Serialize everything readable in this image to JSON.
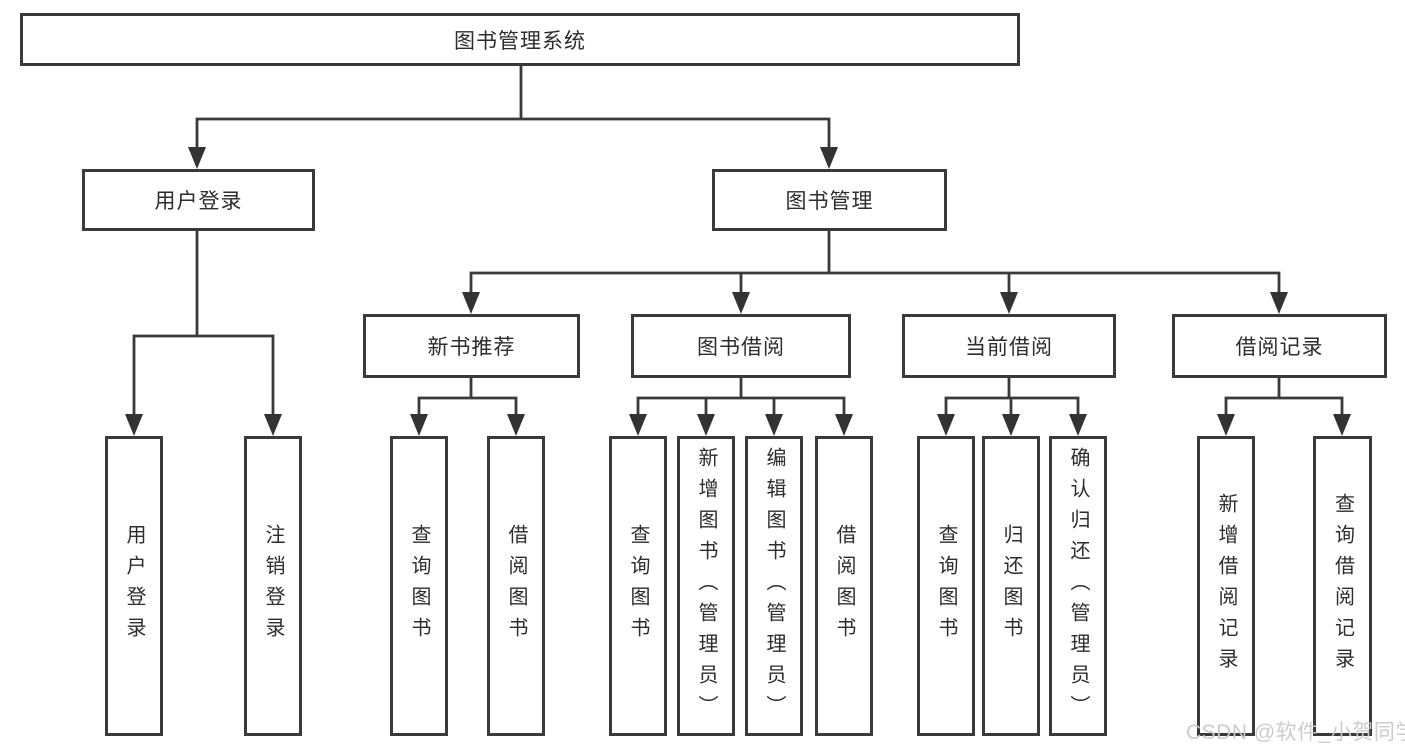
{
  "diagram": {
    "root": {
      "label": "图书管理系统"
    },
    "branches": [
      {
        "label": "用户登录",
        "children": [
          {
            "label": "用户登录"
          },
          {
            "label": "注销登录"
          }
        ]
      },
      {
        "label": "图书管理",
        "children": [
          {
            "label": "新书推荐",
            "children": [
              {
                "label": "查询图书"
              },
              {
                "label": "借阅图书"
              }
            ]
          },
          {
            "label": "图书借阅",
            "children": [
              {
                "label": "查询图书"
              },
              {
                "label": "新增图书（管理员）"
              },
              {
                "label": "编辑图书（管理员）"
              },
              {
                "label": "借阅图书"
              }
            ]
          },
          {
            "label": "当前借阅",
            "children": [
              {
                "label": "查询图书"
              },
              {
                "label": "归还图书"
              },
              {
                "label": "确认归还（管理员）"
              }
            ]
          },
          {
            "label": "借阅记录",
            "children": [
              {
                "label": "新增借阅记录"
              },
              {
                "label": "查询借阅记录"
              }
            ]
          }
        ]
      }
    ]
  },
  "watermark": "CSDN @软件_小贺同学",
  "colors": {
    "box_border": "#3a3a3a",
    "box_background": "#ffffff",
    "text": "#2d2d2d",
    "connector_line": "#3a3a3a",
    "watermark_text": "#c9c9c9"
  }
}
